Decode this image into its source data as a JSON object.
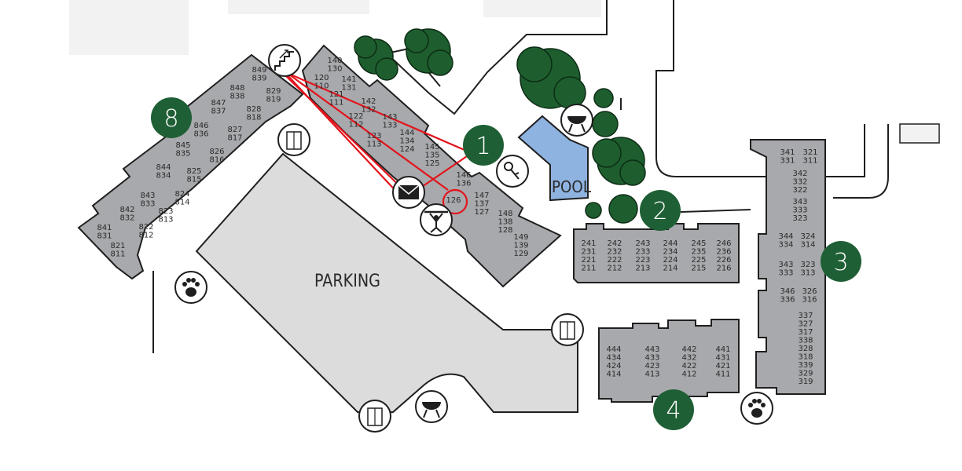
{
  "labels": {
    "parking": "PARKING",
    "pool": "POOL"
  },
  "building_numbers": [
    "1",
    "2",
    "3",
    "4",
    "8"
  ],
  "colors": {
    "building_fill": "#a7a9ac",
    "parking_fill": "#dcdcdc",
    "pool_fill": "#8fb3e0",
    "badge_green": "#1f5f35",
    "route_red": "#e3141c",
    "tree_green": "#1e5e2e"
  },
  "icons": [
    "stairs-icon",
    "elevator-icon",
    "mail-icon",
    "gym-icon",
    "keys-icon",
    "grill-icon",
    "pet-paw-icon"
  ],
  "units": {
    "building8": [
      [
        "849",
        "839"
      ],
      [
        "848",
        "838"
      ],
      [
        "829",
        "819"
      ],
      [
        "847",
        "837"
      ],
      [
        "828",
        "818"
      ],
      [
        "846",
        "836"
      ],
      [
        "827",
        "817"
      ],
      [
        "845",
        "835"
      ],
      [
        "826",
        "816"
      ],
      [
        "844",
        "834"
      ],
      [
        "825",
        "815"
      ],
      [
        "843",
        "833"
      ],
      [
        "824",
        "814"
      ],
      [
        "842",
        "832"
      ],
      [
        "823",
        "813"
      ],
      [
        "841",
        "831"
      ],
      [
        "822",
        "812"
      ],
      [
        "821",
        "811"
      ]
    ],
    "building1": [
      [
        "140",
        "130"
      ],
      [
        "120",
        "110"
      ],
      [
        "141",
        "131"
      ],
      [
        "121",
        "111"
      ],
      [
        "142",
        "132"
      ],
      [
        "122",
        "112"
      ],
      [
        "143",
        "133"
      ],
      [
        "123",
        "113"
      ],
      [
        "144",
        "134",
        "124"
      ],
      [
        "145",
        "135",
        "125"
      ],
      [
        "146",
        "136"
      ],
      [
        "126"
      ],
      [
        "147",
        "137",
        "127"
      ],
      [
        "148",
        "138",
        "128"
      ],
      [
        "149",
        "139",
        "129"
      ]
    ],
    "building2": [
      [
        "241",
        "231",
        "221",
        "211"
      ],
      [
        "242",
        "232",
        "222",
        "212"
      ],
      [
        "243",
        "233",
        "223",
        "213"
      ],
      [
        "244",
        "234",
        "224",
        "214"
      ],
      [
        "245",
        "235",
        "225",
        "215"
      ],
      [
        "246",
        "236",
        "226",
        "216"
      ]
    ],
    "building3": [
      [
        "341",
        "331"
      ],
      [
        "321",
        "311"
      ],
      [
        "342",
        "332",
        "322"
      ],
      [
        "343",
        "333",
        "323"
      ],
      [
        "344",
        "334"
      ],
      [
        "324",
        "314"
      ],
      [
        "343",
        "333"
      ],
      [
        "323",
        "313"
      ],
      [
        "346",
        "336"
      ],
      [
        "326",
        "316"
      ],
      [
        "337",
        "327",
        "317",
        "338",
        "328",
        "318",
        "339",
        "329",
        "319"
      ]
    ],
    "building4": [
      [
        "444",
        "434",
        "424",
        "414"
      ],
      [
        "443",
        "433",
        "423",
        "413"
      ],
      [
        "442",
        "432",
        "422",
        "412"
      ],
      [
        "441",
        "431",
        "421",
        "411"
      ]
    ]
  }
}
